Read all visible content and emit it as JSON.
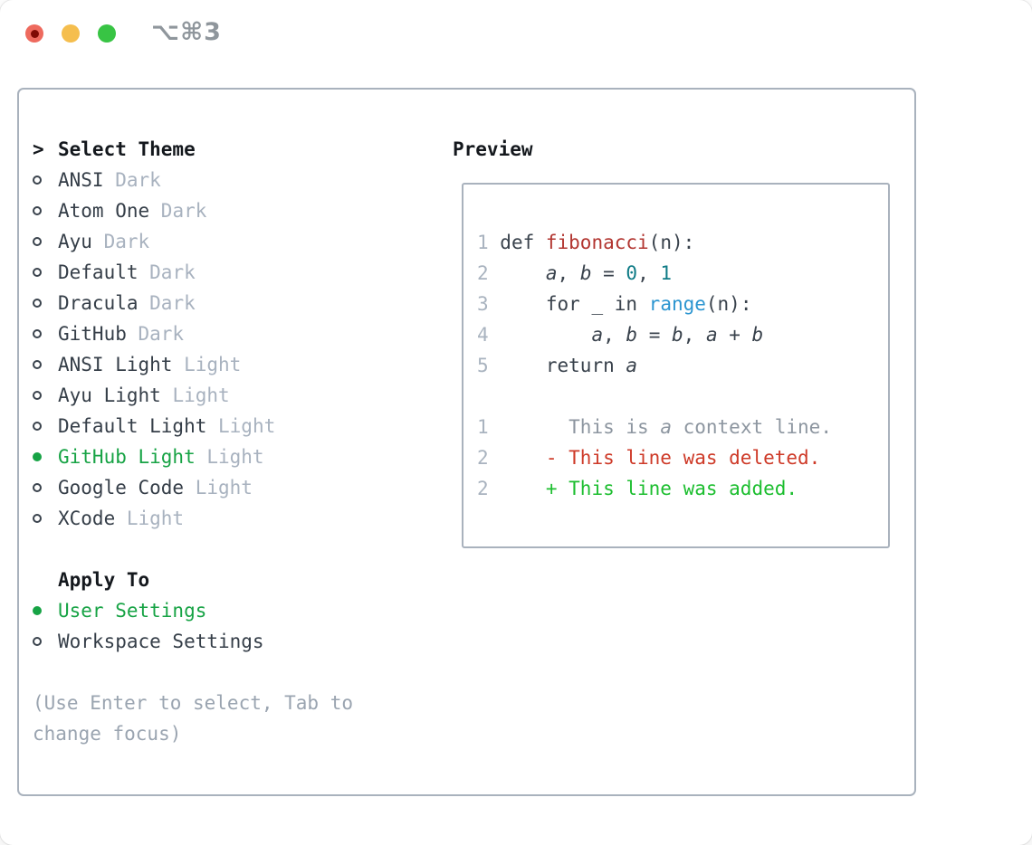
{
  "window": {
    "title": "⌥⌘3",
    "traffic_lights": [
      "close",
      "minimize",
      "zoom"
    ]
  },
  "theme_panel": {
    "header": {
      "prompt": ">",
      "label": "Select Theme"
    },
    "themes": [
      {
        "name": "ANSI",
        "variant": "Dark",
        "selected": false
      },
      {
        "name": "Atom One",
        "variant": "Dark",
        "selected": false
      },
      {
        "name": "Ayu",
        "variant": "Dark",
        "selected": false
      },
      {
        "name": "Default",
        "variant": "Dark",
        "selected": false
      },
      {
        "name": "Dracula",
        "variant": "Dark",
        "selected": false
      },
      {
        "name": "GitHub",
        "variant": "Dark",
        "selected": false
      },
      {
        "name": "ANSI Light",
        "variant": "Light",
        "selected": false
      },
      {
        "name": "Ayu Light",
        "variant": "Light",
        "selected": false
      },
      {
        "name": "Default Light",
        "variant": "Light",
        "selected": false
      },
      {
        "name": "GitHub Light",
        "variant": "Light",
        "selected": true
      },
      {
        "name": "Google Code",
        "variant": "Light",
        "selected": false
      },
      {
        "name": "XCode",
        "variant": "Light",
        "selected": false
      }
    ],
    "apply_to": {
      "label": "Apply To",
      "options": [
        {
          "name": "User Settings",
          "selected": true
        },
        {
          "name": "Workspace Settings",
          "selected": false
        }
      ]
    },
    "hint_lines": [
      "(Use Enter to select, Tab to",
      "change focus)"
    ]
  },
  "preview": {
    "title": "Preview",
    "lines": [
      {
        "segs": [
          {
            "type": "lineno",
            "text": "1 "
          },
          {
            "type": "plain",
            "text": "def "
          },
          {
            "type": "func",
            "text": "fibonacci"
          },
          {
            "type": "plain",
            "text": "(n):"
          }
        ]
      },
      {
        "segs": [
          {
            "type": "lineno",
            "text": "2"
          },
          {
            "type": "plain",
            "text": "     "
          },
          {
            "type": "var",
            "text": "a"
          },
          {
            "type": "plain",
            "text": ", "
          },
          {
            "type": "var",
            "text": "b"
          },
          {
            "type": "plain",
            "text": " = "
          },
          {
            "type": "number",
            "text": "0"
          },
          {
            "type": "plain",
            "text": ", "
          },
          {
            "type": "number",
            "text": "1"
          }
        ]
      },
      {
        "segs": [
          {
            "type": "lineno",
            "text": "3"
          },
          {
            "type": "plain",
            "text": "     for _ in "
          },
          {
            "type": "builtin",
            "text": "range"
          },
          {
            "type": "plain",
            "text": "(n):"
          }
        ]
      },
      {
        "segs": [
          {
            "type": "lineno",
            "text": "4"
          },
          {
            "type": "plain",
            "text": "         "
          },
          {
            "type": "var",
            "text": "a"
          },
          {
            "type": "plain",
            "text": ", "
          },
          {
            "type": "var",
            "text": "b"
          },
          {
            "type": "plain",
            "text": " = "
          },
          {
            "type": "var",
            "text": "b"
          },
          {
            "type": "plain",
            "text": ", "
          },
          {
            "type": "var",
            "text": "a"
          },
          {
            "type": "plain",
            "text": " + "
          },
          {
            "type": "var",
            "text": "b"
          }
        ]
      },
      {
        "segs": [
          {
            "type": "lineno",
            "text": "5"
          },
          {
            "type": "plain",
            "text": "     return "
          },
          {
            "type": "var",
            "text": "a"
          }
        ]
      },
      {
        "segs": []
      },
      {
        "segs": [
          {
            "type": "lineno",
            "text": "1"
          },
          {
            "type": "context",
            "text": "       This is "
          },
          {
            "type": "context-var",
            "text": "a"
          },
          {
            "type": "context",
            "text": " context line."
          }
        ]
      },
      {
        "segs": [
          {
            "type": "lineno",
            "text": "2"
          },
          {
            "type": "plain",
            "text": "     "
          },
          {
            "type": "deleted",
            "text": "- This line was deleted."
          }
        ]
      },
      {
        "segs": [
          {
            "type": "lineno",
            "text": "2"
          },
          {
            "type": "plain",
            "text": "     "
          },
          {
            "type": "added",
            "text": "+ This line was added."
          }
        ]
      }
    ]
  },
  "colors": {
    "selected_green": "#17a345",
    "added_green": "#1cbe2f",
    "deleted_red": "#ce3a28",
    "function_red": "#b23530",
    "builtin_blue": "#2b95d0",
    "number_teal": "#0f7b86",
    "muted_gray": "#a8b2bf",
    "text_dark": "#39424c",
    "panel_border": "#a9b2bd",
    "traffic_red": "#ee6a5e",
    "traffic_yellow": "#f5be4e",
    "traffic_green": "#38c444"
  }
}
